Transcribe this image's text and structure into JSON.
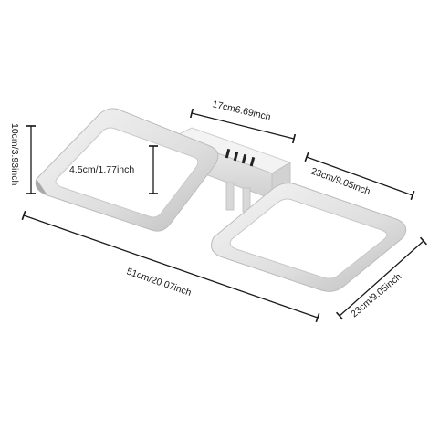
{
  "dimensions": {
    "top_width": "17cm6.69inch",
    "height_left": "10cm/3.93inch",
    "bracket_height": "4.5cm/1.77inch",
    "right_frame_width": "23cm/9.05inch",
    "total_length": "51cm/20.07inch",
    "right_frame_depth": "23cm/9.05inch"
  },
  "colors": {
    "frame_outer": "#dcdcdc",
    "frame_inner": "#f8f8f8",
    "frame_shadow": "#b5b5b5",
    "base": "#e6e6e6",
    "dimension_line": "#1a1a1a"
  }
}
